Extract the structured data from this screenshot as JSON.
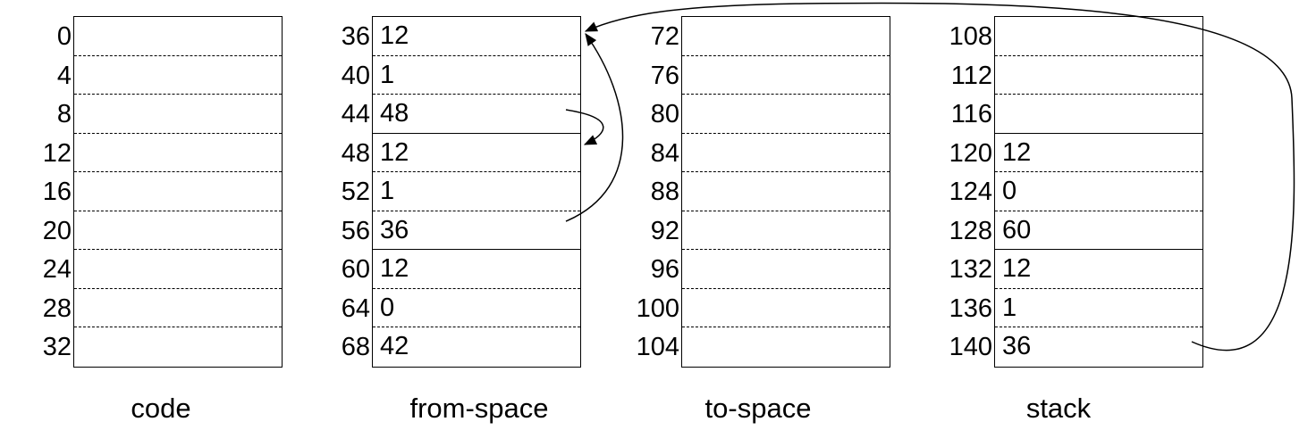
{
  "columns": [
    {
      "label": "code",
      "cells": [
        {
          "addr": "0",
          "value": "",
          "boundary": false
        },
        {
          "addr": "4",
          "value": "",
          "boundary": false
        },
        {
          "addr": "8",
          "value": "",
          "boundary": false
        },
        {
          "addr": "12",
          "value": "",
          "boundary": false
        },
        {
          "addr": "16",
          "value": "",
          "boundary": false
        },
        {
          "addr": "20",
          "value": "",
          "boundary": false
        },
        {
          "addr": "24",
          "value": "",
          "boundary": false
        },
        {
          "addr": "28",
          "value": "",
          "boundary": false
        },
        {
          "addr": "32",
          "value": "",
          "boundary": false
        }
      ]
    },
    {
      "label": "from-space",
      "cells": [
        {
          "addr": "36",
          "value": "12",
          "boundary": false
        },
        {
          "addr": "40",
          "value": "1",
          "boundary": false
        },
        {
          "addr": "44",
          "value": "48",
          "boundary": true
        },
        {
          "addr": "48",
          "value": "12",
          "boundary": false
        },
        {
          "addr": "52",
          "value": "1",
          "boundary": false
        },
        {
          "addr": "56",
          "value": "36",
          "boundary": true
        },
        {
          "addr": "60",
          "value": "12",
          "boundary": false
        },
        {
          "addr": "64",
          "value": "0",
          "boundary": false
        },
        {
          "addr": "68",
          "value": "42",
          "boundary": false
        }
      ]
    },
    {
      "label": "to-space",
      "cells": [
        {
          "addr": "72",
          "value": "",
          "boundary": false
        },
        {
          "addr": "76",
          "value": "",
          "boundary": false
        },
        {
          "addr": "80",
          "value": "",
          "boundary": false
        },
        {
          "addr": "84",
          "value": "",
          "boundary": false
        },
        {
          "addr": "88",
          "value": "",
          "boundary": false
        },
        {
          "addr": "92",
          "value": "",
          "boundary": false
        },
        {
          "addr": "96",
          "value": "",
          "boundary": false
        },
        {
          "addr": "100",
          "value": "",
          "boundary": false
        },
        {
          "addr": "104",
          "value": "",
          "boundary": false
        }
      ]
    },
    {
      "label": "stack",
      "cells": [
        {
          "addr": "108",
          "value": "",
          "boundary": false
        },
        {
          "addr": "112",
          "value": "",
          "boundary": false
        },
        {
          "addr": "116",
          "value": "",
          "boundary": true
        },
        {
          "addr": "120",
          "value": "12",
          "boundary": false
        },
        {
          "addr": "124",
          "value": "0",
          "boundary": false
        },
        {
          "addr": "128",
          "value": "60",
          "boundary": true
        },
        {
          "addr": "132",
          "value": "12",
          "boundary": false
        },
        {
          "addr": "136",
          "value": "1",
          "boundary": false
        },
        {
          "addr": "140",
          "value": "36",
          "boundary": false
        }
      ]
    }
  ],
  "pointers": [
    {
      "from": "from-space:44",
      "to": "from-space:48"
    },
    {
      "from": "from-space:56",
      "to": "from-space:36"
    },
    {
      "from": "stack:140",
      "to": "from-space:36"
    }
  ],
  "colors": {
    "line": "#000000",
    "background": "#ffffff"
  }
}
